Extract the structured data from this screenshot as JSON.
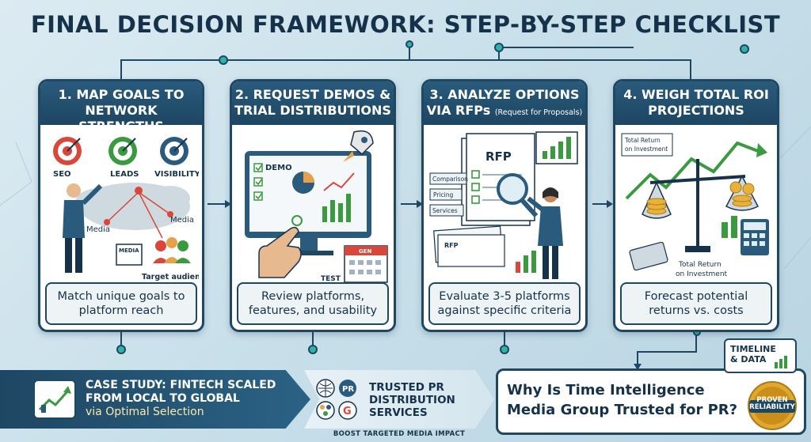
{
  "title": "FINAL DECISION FRAMEWORK: STEP-BY-STEP CHECKLIST",
  "steps": [
    {
      "heading_line1": "1. MAP GOALS TO",
      "heading_line2": "NETWORK STRENGTHS",
      "labels": {
        "seo": "SEO",
        "leads": "LEADS",
        "visibility": "VISIBILITY",
        "media_right": "Media",
        "media_left": "Media",
        "media_paper": "MEDIA",
        "audience": "Target audience"
      },
      "footer": "Match unique goals to platform reach"
    },
    {
      "heading_line1": "2. REQUEST DEMOS &",
      "heading_line2": "TRIAL DISTRIBUTIONS",
      "labels": {
        "demo": "DEMO",
        "calendar": "GEN",
        "test": "TEST"
      },
      "footer": "Review platforms, features, and usability"
    },
    {
      "heading_line1": "3. ANALYZE OPTIONS",
      "heading_line2": "VIA RFPs",
      "heading_sub": "(Request for Proposals)",
      "labels": {
        "rfp": "RFP",
        "rfp_small": "RFP",
        "comparison": "Comparison",
        "pricing": "Pricing",
        "services": "Services"
      },
      "footer": "Evaluate 3-5 platforms against specific criteria"
    },
    {
      "heading_line1": "4. WEIGH TOTAL ROI",
      "heading_line2": "PROJECTIONS",
      "labels": {
        "tri_top_1": "Total Return",
        "tri_top_2": "on Investment",
        "tri_bottom_1": "Total Return",
        "tri_bottom_2": "on Investment"
      },
      "footer": "Forecast potential returns vs. costs"
    }
  ],
  "case_study": {
    "line1": "CASE STUDY: FINTECH SCALED",
    "line2": "FROM LOCAL TO GLOBAL",
    "line3": "via Optimal Selection"
  },
  "trusted": {
    "line1": "TRUSTED PR",
    "line2": "DISTRIBUTION",
    "line3": "SERVICES",
    "logo_pr": "PR",
    "logo_g": "G",
    "tagline": "BOOST TARGETED MEDIA IMPACT"
  },
  "why": {
    "line1": "Why Is Time Intelligence",
    "line2": "Media Group Trusted for PR?"
  },
  "timeline_badge": {
    "line1": "TIMELINE",
    "line2": "& DATA"
  },
  "seal": {
    "line1": "PROVEN",
    "line2": "RELIABILITY"
  },
  "colors": {
    "navy": "#1e4763",
    "accent_teal": "#2fb3a6",
    "target_red": "#d9473a",
    "growth_green": "#3a9a3f"
  }
}
